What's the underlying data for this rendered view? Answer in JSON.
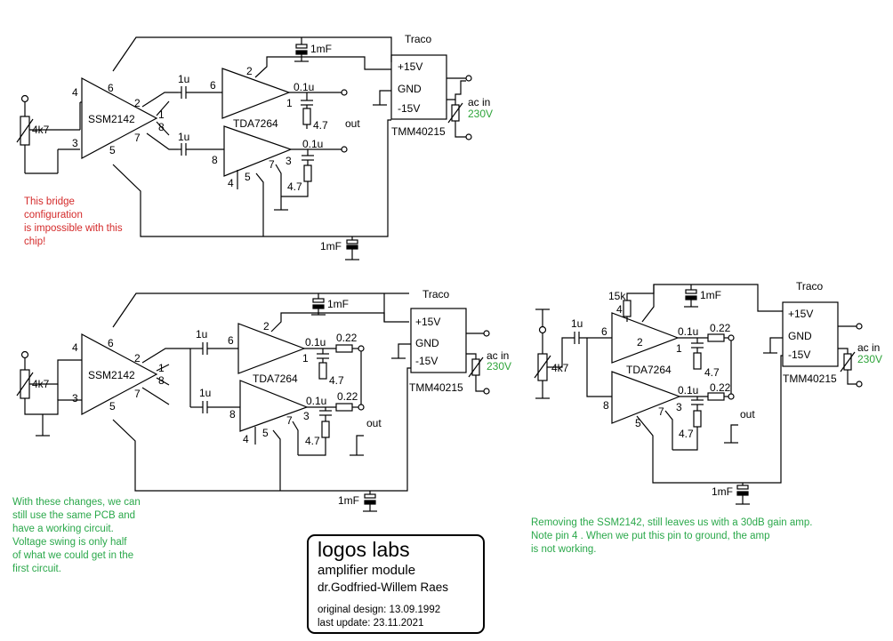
{
  "circuit1": {
    "chip": "SSM2142",
    "amp": "TDA7264",
    "pot": "4k7",
    "psu_brand": "Traco",
    "psu_model": "TMM40215",
    "psu_pos": "+15V",
    "psu_gnd": "GND",
    "psu_neg": "-15V",
    "ac_in": "ac in",
    "mains": "230V",
    "cap_1mF": "1mF",
    "cap_1u": "1u",
    "cap_0_1u": "0.1u",
    "res_4_7": "4.7",
    "out": "out",
    "pins": {
      "p4": "4",
      "p3": "3",
      "p6": "6",
      "p2": "2",
      "p1": "1",
      "p8": "8",
      "p7": "7",
      "p5": "5"
    }
  },
  "circuit2": {
    "chip": "SSM2142",
    "amp": "TDA7264",
    "pot": "4k7",
    "psu_brand": "Traco",
    "psu_model": "TMM40215",
    "psu_pos": "+15V",
    "psu_gnd": "GND",
    "psu_neg": "-15V",
    "ac_in": "ac in",
    "mains": "230V",
    "cap_1mF": "1mF",
    "cap_1u": "1u",
    "cap_0_1u": "0.1u",
    "res_0_22": "0.22",
    "res_4_7": "4.7",
    "out": "out"
  },
  "circuit3": {
    "amp": "TDA7264",
    "pot": "4k7",
    "res_15k": "15k",
    "psu_brand": "Traco",
    "psu_model": "TMM40215",
    "psu_pos": "+15V",
    "psu_gnd": "GND",
    "psu_neg": "-15V",
    "ac_in": "ac in",
    "mains": "230V",
    "cap_1mF": "1mF",
    "cap_1u": "1u",
    "cap_0_1u": "0.1u",
    "res_0_22": "0.22",
    "res_4_7": "4.7",
    "out": "out"
  },
  "notes": {
    "bridge_warning": "This bridge\nconfiguration\nis impossible with this\nchip!",
    "changes": "With these changes, we can\nstill use the same PCB and\nhave a working circuit.\nVoltage swing is only half\nof what we could get in the\nfirst circuit.",
    "removing": "Removing the SSM2142, still leaves us with a 30dB gain amp.\nNote pin 4 . When we put this pin to ground, the amp\nis not working."
  },
  "title_block": {
    "company": "logos labs",
    "module": "amplifier module",
    "author": "dr.Godfried-Willem Raes",
    "original": "original design: 13.09.1992",
    "updated": "last update: 23.11.2021"
  },
  "colors": {
    "warning": "#d42a2a",
    "note": "#2aa84a",
    "mains": "#2ea43a",
    "line": "#000000"
  }
}
